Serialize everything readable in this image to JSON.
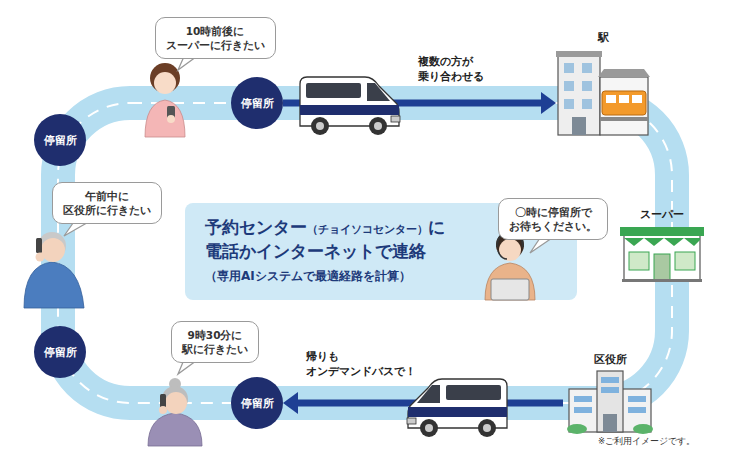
{
  "diagram": {
    "nodes": [
      {
        "text": [
          "10時前後に スーパーに行きたい"
        ]
      },
      {
        "text": [
          "停留所"
        ]
      },
      {
        "text": [
          "駅"
        ]
      },
      {
        "text": [
          "午前中に 区役所に行きたい"
        ]
      },
      {
        "text": [
          "停留所"
        ]
      },
      {
        "text": [
          "予約センター",
          "（チョイソコセンター）",
          "に",
          "電話かインターネットで連絡",
          "（専用AIシステムで最適経路を計算）"
        ]
      },
      {
        "text": [
          "〇時に停留所で お待ちください。"
        ]
      },
      {
        "text": [
          "スーパー"
        ]
      },
      {
        "text": [
          "停留所"
        ]
      },
      {
        "text": [
          "9時30分に 駅に行きたい"
        ]
      },
      {
        "text": [
          "停留所"
        ]
      },
      {
        "text": [
          "区役所"
        ]
      }
    ],
    "edges": [
      {
        "from": 1,
        "to": 2,
        "arrow": "to",
        "label": "複数の方が 乗り合わせる"
      },
      {
        "from": 11,
        "to": 10,
        "arrow": "to",
        "label": "帰りも オンデマンドバスで！"
      }
    ],
    "labels": [
      "※ご利用イメージです。"
    ]
  }
}
